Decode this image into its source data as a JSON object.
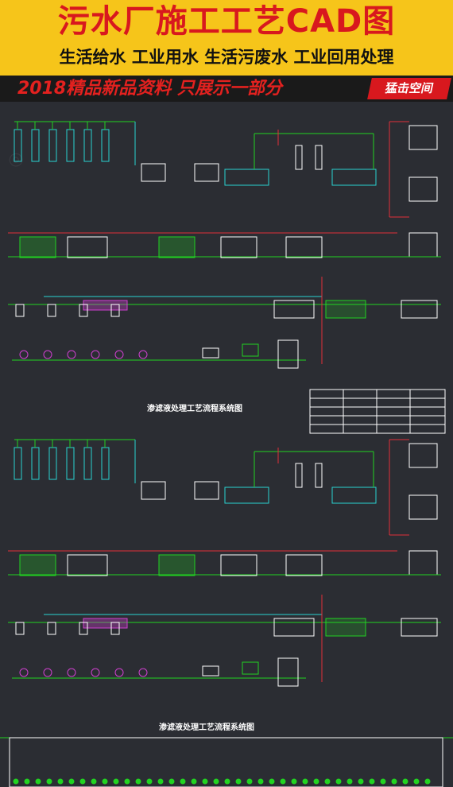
{
  "header": {
    "title": "污水厂施工工艺CAD图",
    "subtitle": "生活给水 工业用水 生活污废水 工业回用处理",
    "promo": "2018精品新品资料 只展示一部分",
    "cta": "猛击空间"
  },
  "diagrams": [
    {
      "caption": "渗滤液处理工艺流程系统图"
    },
    {
      "caption": "渗滤液处理工艺流程系统图"
    }
  ],
  "colors": {
    "background": "#2b2d33",
    "banner": "#f6c51a",
    "title_red": "#d8181e",
    "pipe_green": "#21d321",
    "pipe_cyan": "#2ad2d2",
    "pipe_red": "#e0303a",
    "pipe_magenta": "#d040d0"
  }
}
